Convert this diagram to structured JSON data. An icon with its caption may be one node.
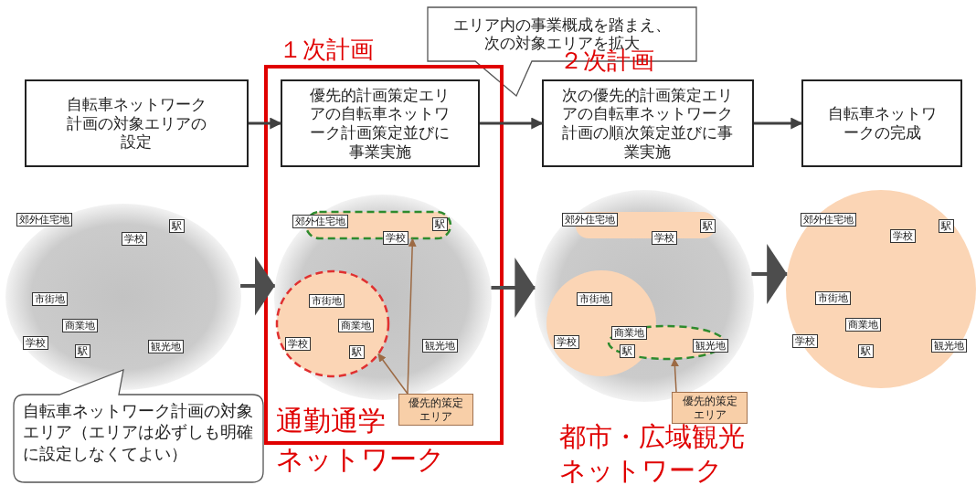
{
  "diagram": {
    "nodes": [
      {
        "text": [
          "エリア内の事業概成を踏まえ、次の対象エリアを拡大"
        ]
      },
      {
        "text": [
          "自転車ネットワーク計画の対象エリアの設定"
        ]
      },
      {
        "text": [],
        "shape": "box"
      },
      {
        "text": [
          "優先的計画策定エリアの自転車ネットワーク計画策定並びに事業実施"
        ],
        "in": 2
      },
      {
        "text": [
          "次の優先的計画策定エリアの自転車ネットワーク計画の順次策定並びに事業実施"
        ]
      },
      {
        "text": [
          "自転車ネットワークの完成"
        ]
      },
      {
        "text": [],
        "shape": "circle"
      },
      {
        "text": [
          "郊外住宅地"
        ],
        "in": 6
      },
      {
        "text": [
          "駅"
        ],
        "in": 6
      },
      {
        "text": [
          "学校"
        ],
        "in": 6
      },
      {
        "text": [
          "市街地"
        ],
        "in": 6
      },
      {
        "text": [
          "商業地"
        ],
        "in": 6
      },
      {
        "text": [
          "学校"
        ],
        "in": 6
      },
      {
        "text": [
          "駅"
        ],
        "in": 6
      },
      {
        "text": [
          "観光地"
        ],
        "in": 6
      },
      {
        "text": [
          "自転車ネットワーク計画の対象エリア（エリアは必ずしも明確に設定しなくてよい）"
        ]
      },
      {
        "text": [],
        "shape": "circle",
        "in": 2
      },
      {
        "text": [],
        "shape": "box",
        "in": 16
      },
      {
        "text": [],
        "shape": "circle",
        "in": 16
      },
      {
        "text": [
          "郊外住宅地"
        ],
        "in": 16
      },
      {
        "text": [
          "駅"
        ],
        "in": 17
      },
      {
        "text": [
          "学校"
        ],
        "in": 16
      },
      {
        "text": [
          "市街地"
        ],
        "in": 18
      },
      {
        "text": [
          "商業地"
        ],
        "in": 18
      },
      {
        "text": [
          "学校"
        ],
        "in": 18
      },
      {
        "text": [
          "駅"
        ],
        "in": 18
      },
      {
        "text": [
          "観光地"
        ],
        "in": 16
      },
      {
        "text": [
          "優先的策定エリア"
        ],
        "in": 2
      },
      {
        "text": [],
        "shape": "circle"
      },
      {
        "text": [],
        "shape": "ellipse",
        "in": 28
      },
      {
        "text": [
          "郊外住宅地"
        ],
        "in": 28
      },
      {
        "text": [
          "駅"
        ],
        "in": 28
      },
      {
        "text": [
          "学校"
        ],
        "in": 28
      },
      {
        "text": [
          "市街地"
        ],
        "in": 28
      },
      {
        "text": [
          "商業地"
        ],
        "in": 29
      },
      {
        "text": [
          "学校"
        ],
        "in": 28
      },
      {
        "text": [
          "駅"
        ],
        "in": 29
      },
      {
        "text": [
          "観光地"
        ],
        "in": 28
      },
      {
        "text": [
          "優先的策定エリア"
        ]
      },
      {
        "text": [],
        "shape": "circle"
      },
      {
        "text": [
          "郊外住宅地"
        ],
        "in": 39
      },
      {
        "text": [
          "駅"
        ],
        "in": 39
      },
      {
        "text": [
          "学校"
        ],
        "in": 39
      },
      {
        "text": [
          "市街地"
        ],
        "in": 39
      },
      {
        "text": [
          "商業地"
        ],
        "in": 39
      },
      {
        "text": [
          "学校"
        ],
        "in": 39
      },
      {
        "text": [
          "駅"
        ],
        "in": 39
      },
      {
        "text": [
          "観光地"
        ],
        "in": 39
      }
    ],
    "edges": [
      {
        "from": 1,
        "to": 3,
        "arrow": "to"
      },
      {
        "from": 3,
        "to": 4,
        "arrow": "to"
      },
      {
        "from": 4,
        "to": 5,
        "arrow": "to"
      },
      {
        "from": 6,
        "to": 16,
        "arrow": "to"
      },
      {
        "from": 16,
        "to": 28,
        "arrow": "to"
      },
      {
        "from": 28,
        "to": 39,
        "arrow": "to"
      },
      {
        "from": 27,
        "to": 18,
        "arrow": "to",
        "color": "#9c6a44"
      },
      {
        "from": 27,
        "to": 17,
        "arrow": "to",
        "color": "#9c6a44"
      },
      {
        "from": 38,
        "to": 29,
        "arrow": "to",
        "color": "#9c6a44"
      }
    ],
    "labels": [
      "１次計画",
      "２次計画",
      "通勤通学",
      "ネットワーク",
      "都市・広域観光",
      "ネットワーク"
    ]
  }
}
